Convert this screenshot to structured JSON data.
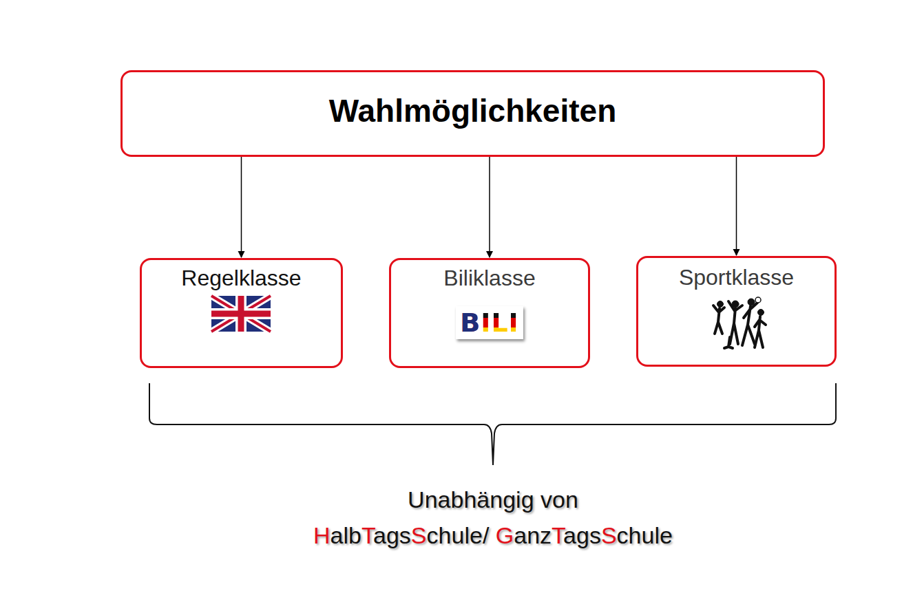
{
  "diagram": {
    "title": "Wahlmöglichkeiten",
    "nodes": [
      {
        "text": [
          "Wahlmöglichkeiten"
        ]
      },
      {
        "text": [
          "Regelklasse"
        ]
      },
      {
        "text": [
          "Biliklasse",
          "BILI"
        ]
      },
      {
        "text": [
          "Sportklasse"
        ]
      }
    ],
    "edges": [
      {
        "from": 0,
        "to": 1,
        "arrow": "to"
      },
      {
        "from": 0,
        "to": 2,
        "arrow": "to"
      },
      {
        "from": 0,
        "to": 3,
        "arrow": "to"
      }
    ],
    "labels": [
      "Unabhängig von",
      "HalbTagsSchule/ GanzTagsSchule"
    ]
  }
}
